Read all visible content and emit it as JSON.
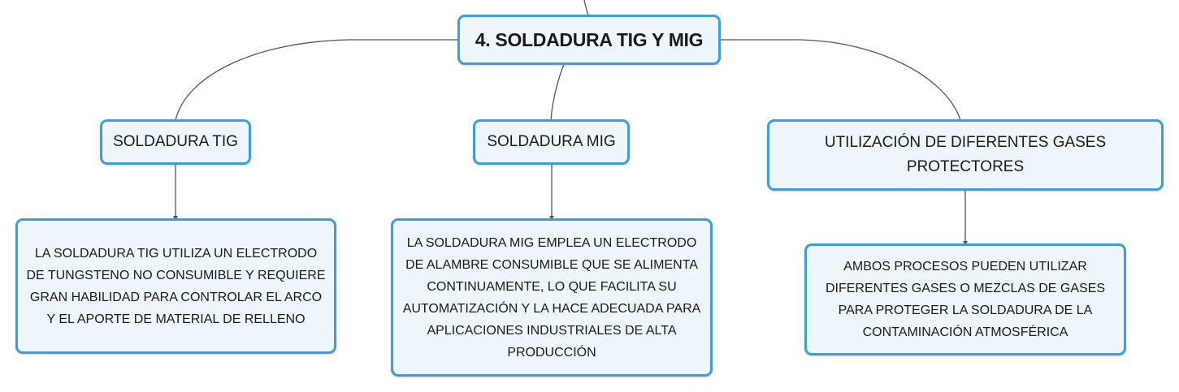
{
  "colors": {
    "node_border": "#3d9ddf",
    "node_fill": "#eef6fc",
    "connector": "#555555",
    "text": "#1a1a1a"
  },
  "root": {
    "title": "4. SOLDADURA TIG Y MIG"
  },
  "branches": [
    {
      "label": "SOLDADURA TIG",
      "detail": "LA SOLDADURA TIG UTILIZA UN ELECTRODO DE TUNGSTENO NO CONSUMIBLE Y REQUIERE GRAN HABILIDAD PARA CONTROLAR EL ARCO Y EL APORTE DE MATERIAL DE RELLENO"
    },
    {
      "label": "SOLDADURA MIG",
      "detail": "LA SOLDADURA MIG EMPLEA UN ELECTRODO DE ALAMBRE CONSUMIBLE QUE SE ALIMENTA CONTINUAMENTE, LO QUE FACILITA SU AUTOMATIZACIÓN Y LA HACE ADECUADA PARA APLICACIONES INDUSTRIALES DE ALTA PRODUCCIÓN"
    },
    {
      "label": "UTILIZACIÓN DE DIFERENTES GASES PROTECTORES",
      "detail": "AMBOS PROCESOS PUEDEN UTILIZAR DIFERENTES GASES O MEZCLAS DE GASES PARA PROTEGER LA SOLDADURA DE LA CONTAMINACIÓN ATMOSFÉRICA"
    }
  ]
}
